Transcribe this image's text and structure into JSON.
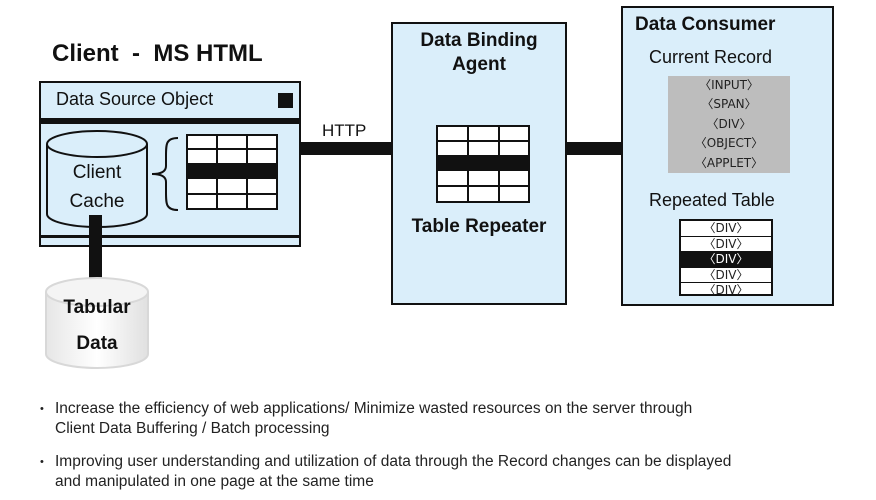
{
  "client": {
    "title": "Client  -  MS HTML",
    "data_source_label": "Data Source Object",
    "cache_line1": "Client",
    "cache_line2": "Cache"
  },
  "tabular": {
    "line1": "Tabular",
    "line2": "Data"
  },
  "http_label": "HTTP",
  "agent": {
    "title_line1": "Data Binding",
    "title_line2": "Agent",
    "repeater_label": "Table Repeater"
  },
  "consumer": {
    "title": "Data Consumer",
    "current_record_label": "Current Record",
    "current_record_items": [
      "〈INPUT〉",
      "〈SPAN〉",
      "〈DIV〉",
      "〈OBJECT〉",
      "〈APPLET〉"
    ],
    "repeated_table_label": "Repeated Table",
    "repeated_rows": [
      "〈DIV〉",
      "〈DIV〉",
      "〈DIV〉",
      "〈DIV〉",
      "〈DIV〉"
    ]
  },
  "colors": {
    "box_fill": "#daeefa",
    "record_fill": "#bdbdbd",
    "line": "#111111"
  },
  "bullets": [
    {
      "line1": "Increase the efficiency of web applications/ Minimize wasted resources on the server through",
      "line2": "Client Data Buffering / Batch processing"
    },
    {
      "line1": "Improving user understanding and utilization of data through the Record changes can be displayed",
      "line2": "and manipulated in one page at the same time"
    }
  ]
}
